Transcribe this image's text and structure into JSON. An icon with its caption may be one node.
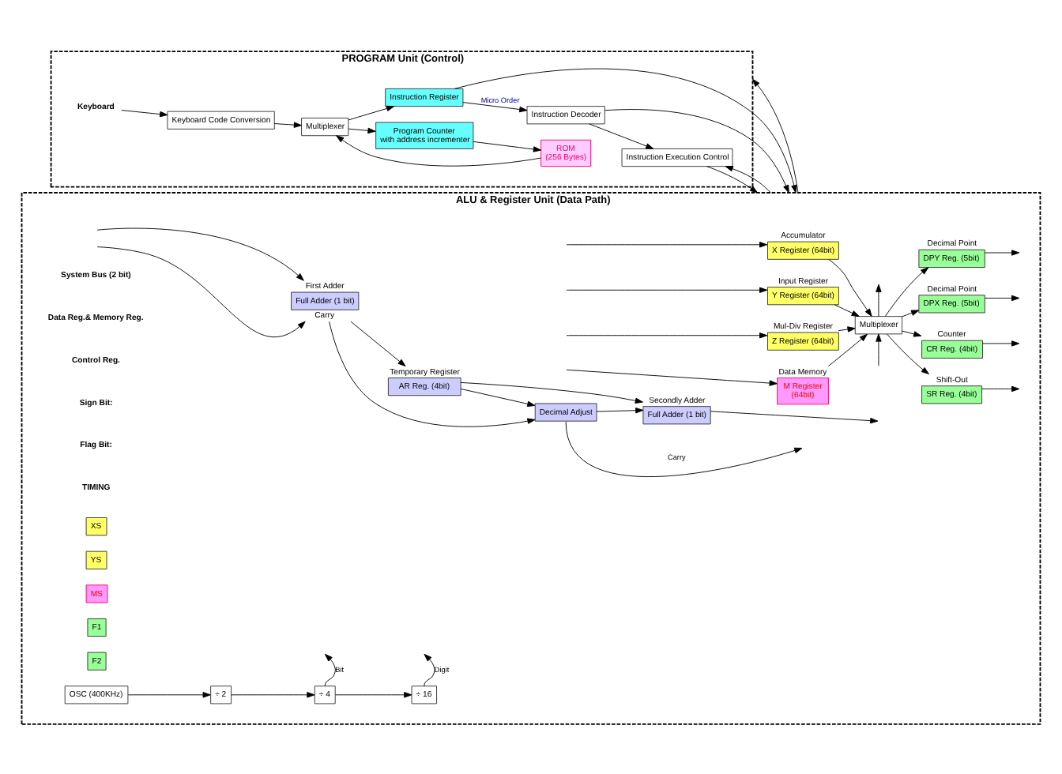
{
  "diagram": {
    "nodes": [
      {
        "text": [
          "PROGRAM Unit (Control)"
        ]
      },
      {
        "text": [
          "Keyboard"
        ],
        "in": 0
      },
      {
        "text": [
          "Keyboard Code Conversion"
        ],
        "in": 0
      },
      {
        "text": [
          "Program Counter",
          "with address incrementer"
        ],
        "in": 0
      },
      {
        "text": [
          "ROM",
          "(256 Bytes)"
        ],
        "in": 0
      },
      {
        "text": [
          "Multiplexer"
        ],
        "in": 0
      },
      {
        "text": [
          "Instruction Register"
        ],
        "in": 0
      },
      {
        "text": [
          "Instruction Decoder"
        ],
        "in": 0
      },
      {
        "text": [
          "Instruction Execution Control"
        ],
        "in": 0
      },
      {
        "text": [
          "ALU & Register Unit (Data Path)"
        ]
      },
      {
        "text": [
          "X Register (64bit)"
        ],
        "in": 9,
        "beside": [
          "Accumulator"
        ]
      },
      {
        "text": [
          "Y Register (64bit)"
        ],
        "in": 9,
        "beside": [
          "Input Register"
        ]
      },
      {
        "text": [
          "Z Register (64bit)"
        ],
        "in": 9,
        "beside": [
          "Mul-Div Register"
        ]
      },
      {
        "text": [
          "M Register",
          "(64bit)"
        ],
        "in": 9,
        "beside": [
          "Data Memory"
        ]
      },
      {
        "text": [
          "Multiplexer"
        ],
        "in": 9
      },
      {
        "text": [
          "SR Reg. (4bit)"
        ],
        "in": 9,
        "beside": [
          "Shift-Out"
        ]
      },
      {
        "text": [
          "CR Reg. (4bit)"
        ],
        "in": 9,
        "beside": [
          "Counter"
        ]
      },
      {
        "text": [
          "DPX Reg. (5bit)"
        ],
        "in": 9,
        "beside": [
          "Decimal Point"
        ]
      },
      {
        "text": [
          "DPY Reg. (5bit)"
        ],
        "in": 9,
        "beside": [
          "Decimal Point"
        ]
      },
      {
        "text": [
          "XS"
        ],
        "in": 9
      },
      {
        "text": [
          "YS"
        ],
        "in": 9
      },
      {
        "text": [
          "MS"
        ],
        "in": 9
      },
      {
        "text": [
          "Full Adder (1 bit)"
        ],
        "in": 9,
        "beside": [
          "First Adder",
          "Carry"
        ]
      },
      {
        "text": [
          "AR Reg. (4bit)"
        ],
        "in": 9,
        "beside": [
          "Temporary Register"
        ]
      },
      {
        "text": [
          "Decimal Adjust"
        ],
        "in": 9
      },
      {
        "text": [
          "Full Adder (1 bit)"
        ],
        "in": 9,
        "beside": [
          "Secondly Adder"
        ]
      },
      {
        "text": [
          "F1"
        ],
        "in": 9
      },
      {
        "text": [
          "F2"
        ],
        "in": 9
      },
      {
        "text": [
          "OSC (400KHz)"
        ],
        "in": 9
      },
      {
        "text": [
          "÷ 2"
        ],
        "in": 9
      },
      {
        "text": [
          "÷ 4"
        ],
        "in": 9
      },
      {
        "text": [
          "÷ 16"
        ],
        "in": 9
      }
    ],
    "edges": [
      {
        "from": 1,
        "to": 2,
        "arrow": "to"
      },
      {
        "from": 2,
        "to": 5,
        "arrow": "to"
      },
      {
        "from": 5,
        "to": 3,
        "arrow": "to"
      },
      {
        "from": 3,
        "to": 4,
        "arrow": "to"
      },
      {
        "from": 4,
        "to": 5,
        "arrow": "to"
      },
      {
        "from": 5,
        "to": 6,
        "arrow": "to"
      },
      {
        "from": 6,
        "to": 7,
        "label": "Micro Order",
        "arrow": "to"
      },
      {
        "from": 7,
        "to": 8,
        "arrow": "to"
      },
      {
        "from": 6,
        "to": 9,
        "arrow": "to"
      },
      {
        "from": 7,
        "to": 9,
        "arrow": "to"
      },
      {
        "from": 8,
        "to": 9,
        "arrow": "to"
      },
      {
        "from": 9,
        "to": 8,
        "arrow": "to"
      },
      {
        "from": 9,
        "to": 0,
        "arrow": "to"
      },
      {
        "from": null,
        "to": 10,
        "arrow": "to"
      },
      {
        "from": null,
        "to": 11,
        "arrow": "to"
      },
      {
        "from": null,
        "to": 12,
        "arrow": "to"
      },
      {
        "from": null,
        "to": 13,
        "arrow": "to"
      },
      {
        "from": 10,
        "to": 14,
        "arrow": "to"
      },
      {
        "from": 11,
        "to": 14,
        "arrow": "to"
      },
      {
        "from": 12,
        "to": 14,
        "arrow": "to"
      },
      {
        "from": 13,
        "to": 14,
        "arrow": "to"
      },
      {
        "from": 14,
        "to": 15,
        "arrow": "to"
      },
      {
        "from": 14,
        "to": 16,
        "arrow": "to"
      },
      {
        "from": 14,
        "to": 17,
        "arrow": "to"
      },
      {
        "from": 14,
        "to": 18,
        "arrow": "to"
      },
      {
        "from": 15,
        "to": null,
        "arrow": "to"
      },
      {
        "from": 16,
        "to": null,
        "arrow": "to"
      },
      {
        "from": 17,
        "to": null,
        "arrow": "to"
      },
      {
        "from": 18,
        "to": null,
        "arrow": "to"
      },
      {
        "from": 14,
        "to": null,
        "arrow": "to"
      },
      {
        "from": null,
        "to": 14,
        "arrow": "to"
      },
      {
        "from": null,
        "to": 22,
        "arrow": "to"
      },
      {
        "from": null,
        "to": 22,
        "arrow": "to"
      },
      {
        "from": 22,
        "to": 23,
        "arrow": "to"
      },
      {
        "from": 22,
        "to": 24,
        "arrow": "to"
      },
      {
        "from": 23,
        "to": 24,
        "arrow": "to"
      },
      {
        "from": 23,
        "to": 25,
        "arrow": "to"
      },
      {
        "from": 24,
        "to": 25,
        "arrow": "to"
      },
      {
        "from": 24,
        "to": null,
        "label": "Carry",
        "arrow": "to"
      },
      {
        "from": 25,
        "to": null,
        "arrow": "to"
      },
      {
        "from": 28,
        "to": 29,
        "arrow": "to"
      },
      {
        "from": 29,
        "to": 30,
        "arrow": "to"
      },
      {
        "from": 30,
        "to": 31,
        "arrow": "to"
      },
      {
        "from": 30,
        "to": null,
        "label": "Bit",
        "arrow": "to"
      },
      {
        "from": 31,
        "to": null,
        "label": "Digit",
        "arrow": "to"
      }
    ],
    "labels": [
      "System Bus (2 bit)",
      "Data Reg.& Memory Reg.",
      "Control Reg.",
      "Sign Bit:",
      "Flag Bit:",
      "TIMING"
    ]
  }
}
